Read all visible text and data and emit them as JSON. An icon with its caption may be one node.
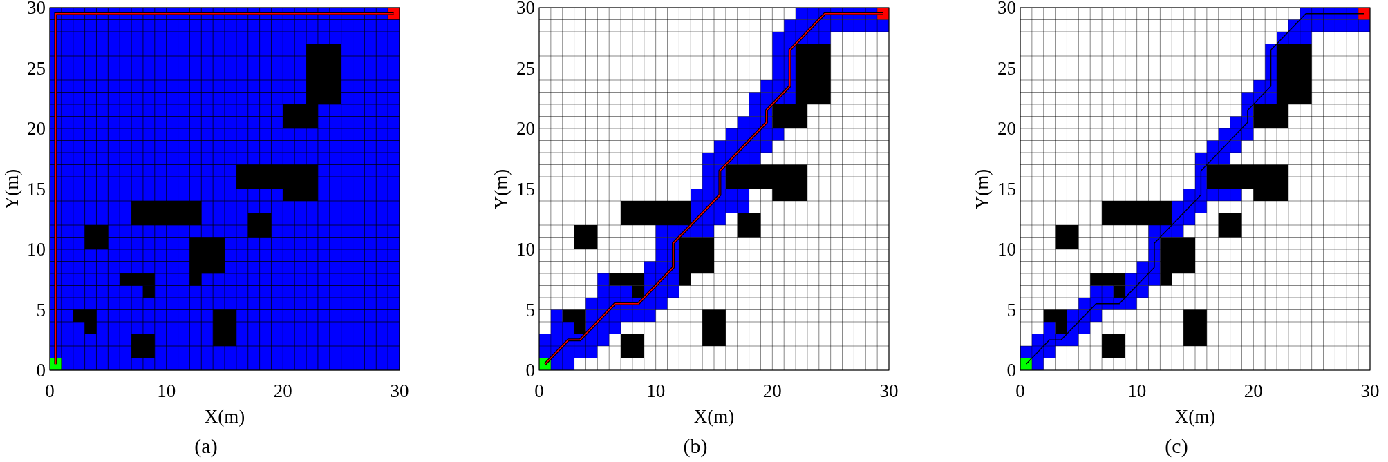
{
  "diagram": {
    "labels": [
      "30",
      "25",
      "20",
      "15",
      "10",
      "5",
      "0",
      "Y(m)",
      "0",
      "10",
      "20",
      "30",
      "X(m)",
      "(a)",
      "30",
      "25",
      "20",
      "15",
      "10",
      "5",
      "0",
      "Y(m)",
      "0",
      "10",
      "20",
      "30",
      "X(m)",
      "(b)",
      "30",
      "25",
      "20",
      "15",
      "10",
      "5",
      "0",
      "Y(m)",
      "0",
      "10",
      "20",
      "30",
      "X(m)",
      "(c)"
    ]
  }
}
